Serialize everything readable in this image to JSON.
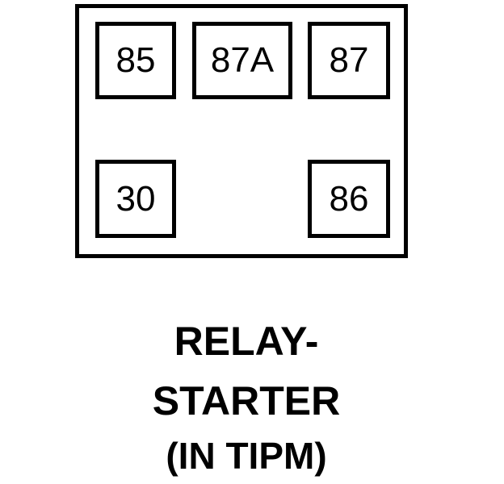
{
  "diagram": {
    "type": "automotive-relay-pinout",
    "colors": {
      "stroke": "#000000",
      "background": "#ffffff"
    },
    "body": {
      "name": "relay-body"
    },
    "terminals": [
      {
        "id": "85",
        "label": "85",
        "row": "top",
        "position": "left"
      },
      {
        "id": "87A",
        "label": "87A",
        "row": "top",
        "position": "center"
      },
      {
        "id": "87",
        "label": "87",
        "row": "top",
        "position": "right"
      },
      {
        "id": "30",
        "label": "30",
        "row": "bottom",
        "position": "left"
      },
      {
        "id": "86",
        "label": "86",
        "row": "bottom",
        "position": "right"
      }
    ],
    "caption": {
      "line1": "RELAY-",
      "line2": "STARTER",
      "line3": "(IN TIPM)"
    }
  }
}
